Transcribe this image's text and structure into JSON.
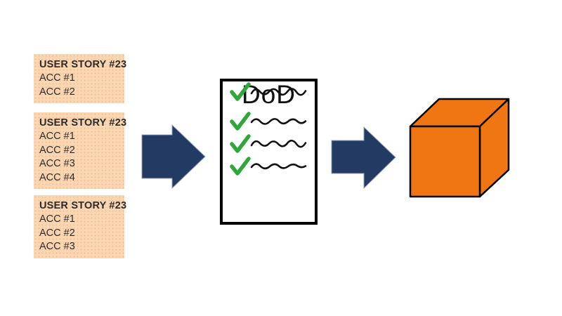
{
  "colors": {
    "card_bg": "#FBD6B3",
    "card_dot": "#F3BE93",
    "card_text": "#2B2B2B",
    "arrow_fill": "#233A63",
    "arrow_edge": "#97A1B4",
    "check_green": "#2EA838",
    "squiggle_ink": "#111111",
    "cube_fill": "#EF7613",
    "outline": "#000000"
  },
  "story_cards": [
    {
      "title": "USER STORY #23",
      "items": [
        "ACC #1",
        "ACC #2"
      ]
    },
    {
      "title": "USER STORY #23",
      "items": [
        "ACC #1",
        "ACC #2",
        "ACC #3",
        "ACC #4"
      ]
    },
    {
      "title": "USER STORY #23",
      "items": [
        "ACC #1",
        "ACC #2",
        "ACC #3"
      ]
    }
  ],
  "dod_document": {
    "title": "DoD",
    "checklist_rows": 4
  }
}
